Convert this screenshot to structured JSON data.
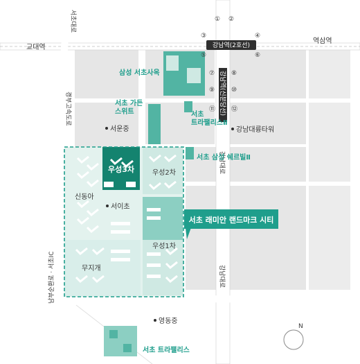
{
  "colors": {
    "teal": "#1f9e8c",
    "teal_dark": "#14836f",
    "teal_light": "#cfe9e3",
    "teal_pale": "#e3f2ee",
    "block_gray": "#e6e6e6",
    "road": "#ffffff",
    "subway": "#2f2f2f"
  },
  "roads": {
    "top_left_west": "교대역",
    "top_right_east": "역삼역",
    "seocho_ro": "서초대로",
    "gyeongbu_expressway": "경부고속도로",
    "nambu_ro": "남부순환로 · 서초IC",
    "gangnam_daero_upper": "강남대로",
    "gangnam_daero_lower": "강남대로"
  },
  "station": {
    "name": "강남역(2호선)",
    "line_label": "강남역(신분당선)",
    "exits": [
      "①",
      "②",
      "③",
      "④",
      "⑤",
      "⑥",
      "⑦",
      "⑧",
      "⑨",
      "⑩",
      "⑪",
      "⑫"
    ]
  },
  "landmarks": {
    "samsung_seocho": "삼성 서초사옥",
    "seocho_garden_suite": "서초 가든\n스위트",
    "seocho_trapalace_2": "서초\n트라팰리스Ⅱ",
    "gangnam_tower": "강남대륭타워",
    "seoun_middle": "서운중",
    "samsung_cherevill": "서초 삼성 쉐르빌Ⅱ",
    "seoi_elementary": "서이초",
    "yeongdong_middle": "영동중",
    "seocho_trapalace": "서초 트라팰리스"
  },
  "apartments": {
    "woosung3": "우성3차",
    "woosung2": "우성2차",
    "shindonga": "신동아",
    "woosung1": "우성1차",
    "mujigae": "무지개"
  },
  "callout": "서초 래미안 랜드마크 시티",
  "compass": "N"
}
